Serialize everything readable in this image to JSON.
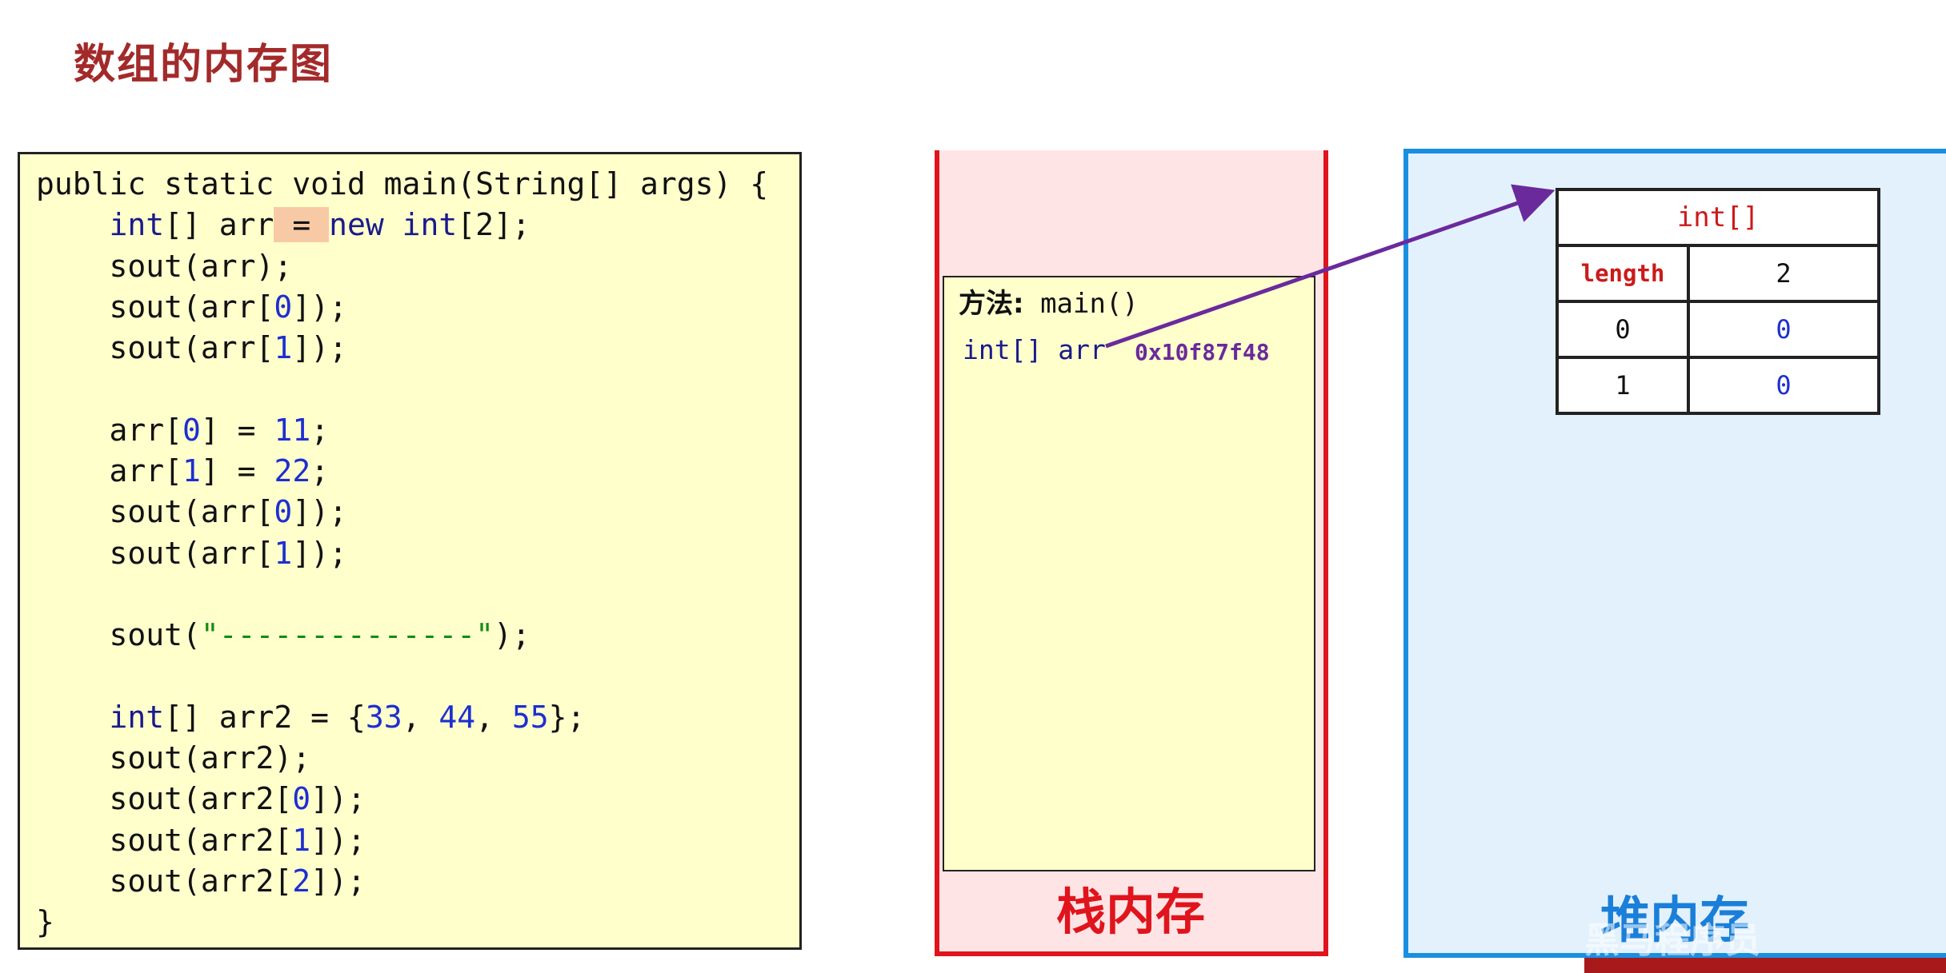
{
  "title": "数组的内存图",
  "code": {
    "lines": [
      [
        {
          "t": "public static void main(String[] args) {"
        }
      ],
      [
        {
          "t": "    "
        },
        {
          "t": "int",
          "c": "kw"
        },
        {
          "t": "[] arr"
        },
        {
          "t": " = ",
          "c": "hl"
        },
        {
          "t": "new int",
          "c": "kw"
        },
        {
          "t": "[2];"
        }
      ],
      [
        {
          "t": "    sout(arr);"
        }
      ],
      [
        {
          "t": "    sout(arr["
        },
        {
          "t": "0",
          "c": "num"
        },
        {
          "t": "]);"
        }
      ],
      [
        {
          "t": "    sout(arr["
        },
        {
          "t": "1",
          "c": "num"
        },
        {
          "t": "]);"
        }
      ],
      [],
      [
        {
          "t": "    arr["
        },
        {
          "t": "0",
          "c": "num"
        },
        {
          "t": "] = "
        },
        {
          "t": "11",
          "c": "num"
        },
        {
          "t": ";"
        }
      ],
      [
        {
          "t": "    arr["
        },
        {
          "t": "1",
          "c": "num"
        },
        {
          "t": "] = "
        },
        {
          "t": "22",
          "c": "num"
        },
        {
          "t": ";"
        }
      ],
      [
        {
          "t": "    sout(arr["
        },
        {
          "t": "0",
          "c": "num"
        },
        {
          "t": "]);"
        }
      ],
      [
        {
          "t": "    sout(arr["
        },
        {
          "t": "1",
          "c": "num"
        },
        {
          "t": "]);"
        }
      ],
      [],
      [
        {
          "t": "    sout("
        },
        {
          "t": "\"--------------\"",
          "c": "str"
        },
        {
          "t": ");"
        }
      ],
      [],
      [
        {
          "t": "    "
        },
        {
          "t": "int",
          "c": "kw"
        },
        {
          "t": "[] arr2 = {"
        },
        {
          "t": "33",
          "c": "num"
        },
        {
          "t": ", "
        },
        {
          "t": "44",
          "c": "num"
        },
        {
          "t": ", "
        },
        {
          "t": "55",
          "c": "num"
        },
        {
          "t": "};"
        }
      ],
      [
        {
          "t": "    sout(arr2);"
        }
      ],
      [
        {
          "t": "    sout(arr2["
        },
        {
          "t": "0",
          "c": "num"
        },
        {
          "t": "]);"
        }
      ],
      [
        {
          "t": "    sout(arr2["
        },
        {
          "t": "1",
          "c": "num"
        },
        {
          "t": "]);"
        }
      ],
      [
        {
          "t": "    sout(arr2["
        },
        {
          "t": "2",
          "c": "num"
        },
        {
          "t": "]);"
        }
      ],
      [
        {
          "t": "}"
        }
      ]
    ]
  },
  "stack": {
    "label": "栈内存",
    "frame": {
      "method_label": "方法:",
      "method_name": " main()",
      "variable": "int[] arr",
      "address": "0x10f87f48"
    }
  },
  "heap": {
    "label": "堆内存",
    "array": {
      "type": "int[]",
      "length_label": "length",
      "length_value": "2",
      "rows": [
        {
          "index": "0",
          "value": "0"
        },
        {
          "index": "1",
          "value": "0"
        }
      ]
    }
  },
  "colors": {
    "title": "#a32a2a",
    "stack_border": "#e0141c",
    "heap_border": "#1a8fe0",
    "pointer_arrow": "#6a2a9c"
  },
  "watermark": "黑马程序员"
}
